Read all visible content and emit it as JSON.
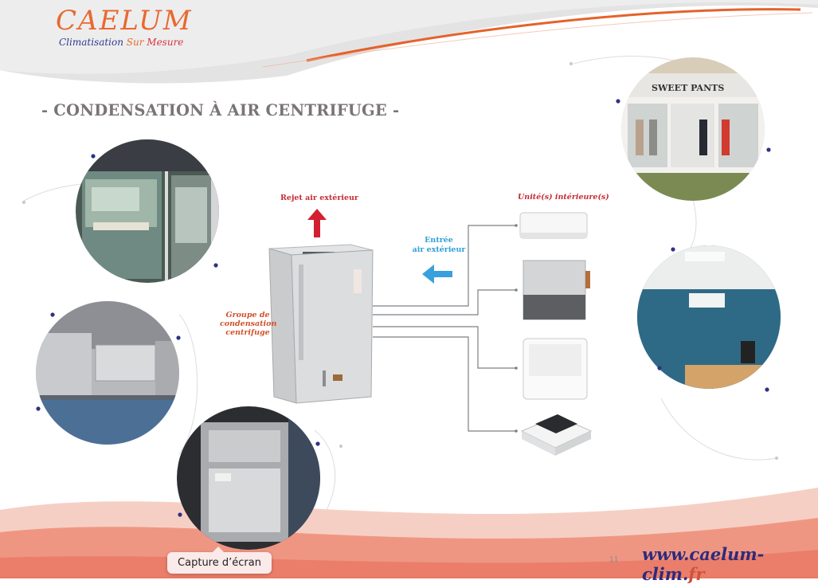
{
  "header": {
    "logo_title": "CAELUM",
    "tagline_part1": "Climatisation ",
    "tagline_part2": "Sur ",
    "tagline_part3": "Mesure"
  },
  "title": "- CONDENSATION À AIR CENTRIFUGE -",
  "diagram": {
    "rejet_label": "Rejet air extérieur",
    "entree_line1": "Entrée",
    "entree_line2": "air extérieur",
    "unites_label": "Unité(s) intérieure(s)",
    "groupe_line1": "Groupe de",
    "groupe_line2": "condensation",
    "groupe_line3": "centrifuge",
    "rejet_arrow_color": "#d32030",
    "entree_arrow_color": "#3aa0dc"
  },
  "photos": {
    "shop_sign": "SWEET PANTS"
  },
  "footer": {
    "page_number": "11",
    "website_main": "www.caelum-clim.",
    "website_tld": "fr"
  },
  "tooltip": {
    "label": "Capture d’écran"
  },
  "colors": {
    "brand_orange": "#e8692e",
    "brand_blue": "#2f3a8f",
    "brand_red": "#d8343b",
    "footer_salmon": "#ee8b76"
  }
}
